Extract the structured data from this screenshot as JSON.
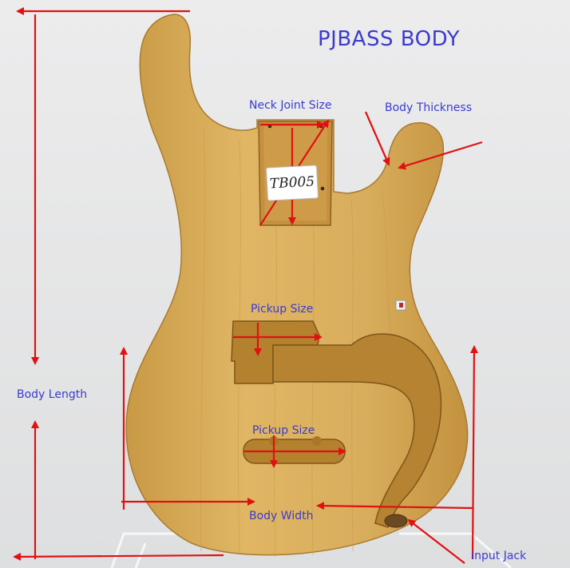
{
  "title": "PJBASS BODY",
  "sticker_text": "TB005",
  "labels": {
    "neck_joint_size": "Neck Joint Size",
    "body_thickness": "Body Thickness",
    "pickup_size_top": "Pickup Size",
    "pickup_size_bottom": "Pickup Size",
    "body_length": "Body Length",
    "body_width": "Body Width",
    "input_jack": "Input Jack"
  },
  "colors": {
    "label_text": "#3b3bd0",
    "arrow": "#e11111",
    "wood": "#d9ac58",
    "background": "#e9e9ea"
  }
}
